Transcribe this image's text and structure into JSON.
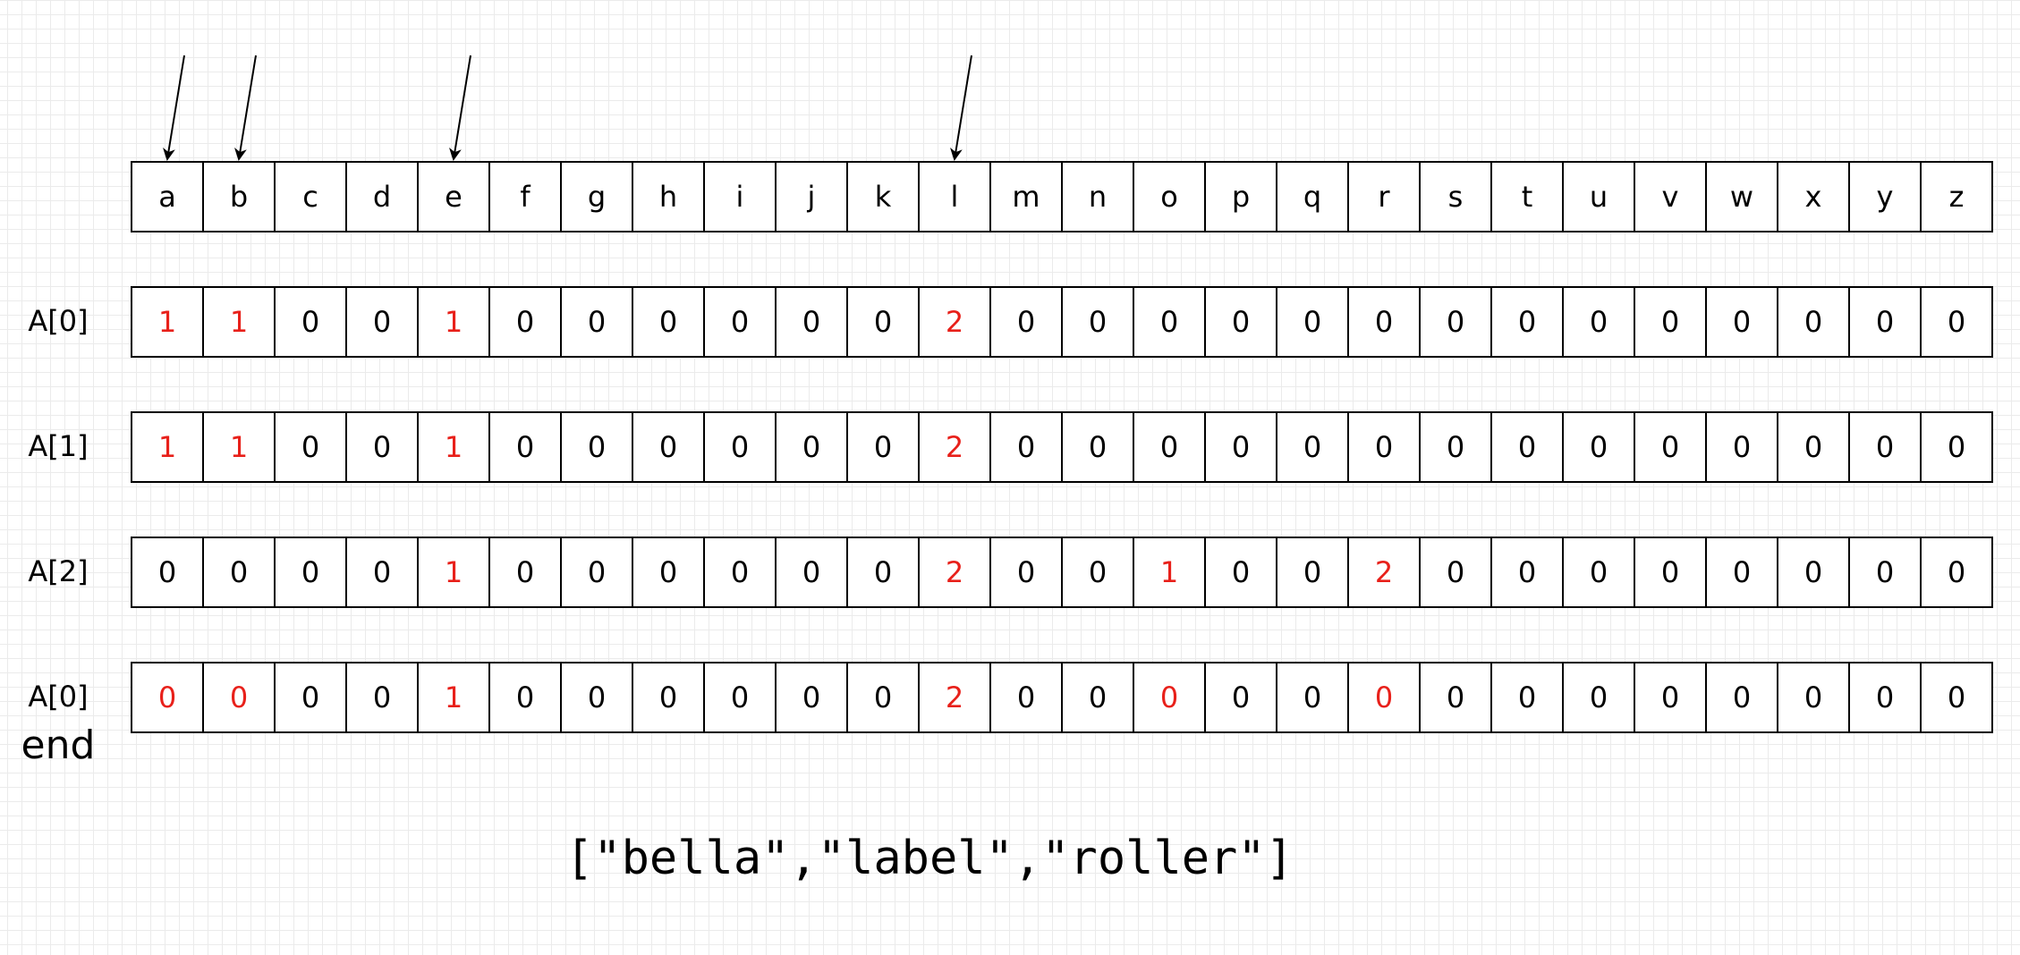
{
  "alphabet": [
    "a",
    "b",
    "c",
    "d",
    "e",
    "f",
    "g",
    "h",
    "i",
    "j",
    "k",
    "l",
    "m",
    "n",
    "o",
    "p",
    "q",
    "r",
    "s",
    "t",
    "u",
    "v",
    "w",
    "x",
    "y",
    "z"
  ],
  "arrow_targets": [
    "a",
    "b",
    "e",
    "l"
  ],
  "highlight_color": "#e8201a",
  "rows": [
    {
      "label": "A[0]",
      "sublabel": "",
      "values": [
        "1",
        "1",
        "0",
        "0",
        "1",
        "0",
        "0",
        "0",
        "0",
        "0",
        "0",
        "2",
        "0",
        "0",
        "0",
        "0",
        "0",
        "0",
        "0",
        "0",
        "0",
        "0",
        "0",
        "0",
        "0",
        "0"
      ],
      "highlight": [
        0,
        1,
        4,
        11
      ]
    },
    {
      "label": "A[1]",
      "sublabel": "",
      "values": [
        "1",
        "1",
        "0",
        "0",
        "1",
        "0",
        "0",
        "0",
        "0",
        "0",
        "0",
        "2",
        "0",
        "0",
        "0",
        "0",
        "0",
        "0",
        "0",
        "0",
        "0",
        "0",
        "0",
        "0",
        "0",
        "0"
      ],
      "highlight": [
        0,
        1,
        4,
        11
      ]
    },
    {
      "label": "A[2]",
      "sublabel": "",
      "values": [
        "0",
        "0",
        "0",
        "0",
        "1",
        "0",
        "0",
        "0",
        "0",
        "0",
        "0",
        "2",
        "0",
        "0",
        "1",
        "0",
        "0",
        "2",
        "0",
        "0",
        "0",
        "0",
        "0",
        "0",
        "0",
        "0"
      ],
      "highlight": [
        4,
        11,
        14,
        17
      ]
    },
    {
      "label": "A[0]",
      "sublabel": "end",
      "values": [
        "0",
        "0",
        "0",
        "0",
        "1",
        "0",
        "0",
        "0",
        "0",
        "0",
        "0",
        "2",
        "0",
        "0",
        "0",
        "0",
        "0",
        "0",
        "0",
        "0",
        "0",
        "0",
        "0",
        "0",
        "0",
        "0"
      ],
      "highlight": [
        0,
        1,
        4,
        11,
        14,
        17
      ]
    }
  ],
  "words_text": "[\"bella\",\"label\",\"roller\"]"
}
